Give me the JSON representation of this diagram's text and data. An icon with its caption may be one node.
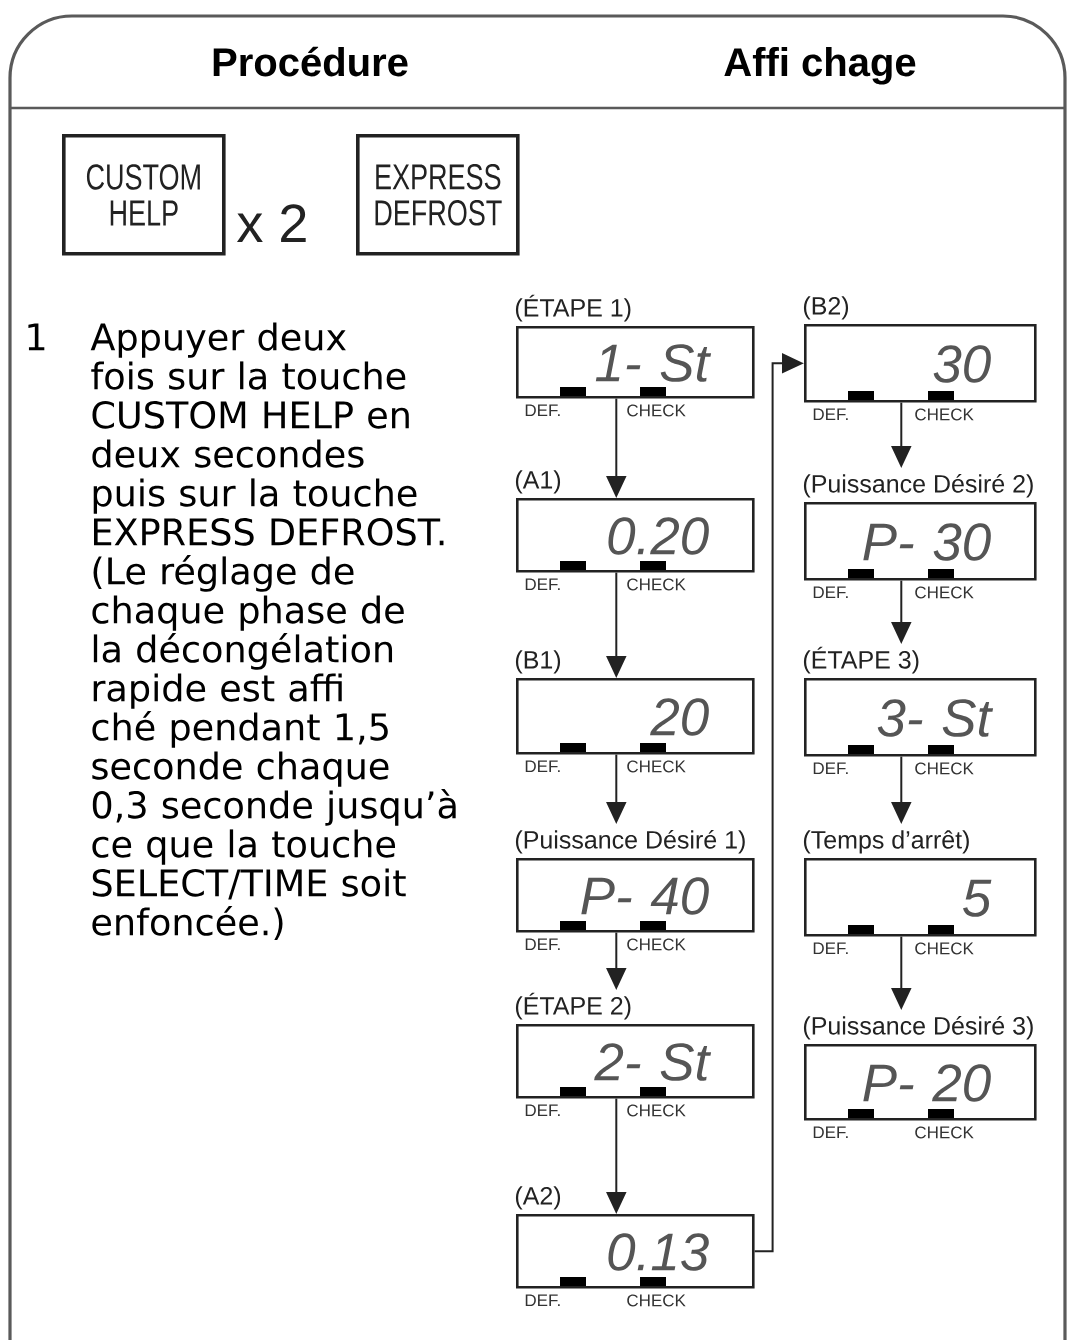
{
  "diagram": {
    "nodes": [
      {
        "text": [
          "CUSTOM HELP"
        ],
        "beside": [
          "x 2"
        ]
      },
      {
        "text": [
          "EXPRESS DEFROST"
        ]
      },
      {
        "text": [
          "(ÉTAPE 1)",
          "1- St"
        ],
        "beside": [
          "DEF.",
          "CHECK"
        ]
      },
      {
        "text": [
          "(A1)",
          "0.20"
        ],
        "beside": [
          "DEF.",
          "CHECK"
        ]
      },
      {
        "text": [
          "(B1)",
          "20"
        ],
        "beside": [
          "DEF.",
          "CHECK"
        ]
      },
      {
        "text": [
          "(Puissance Désiré 1)",
          "P- 40"
        ],
        "beside": [
          "DEF.",
          "CHECK"
        ]
      },
      {
        "text": [
          "(ÉTAPE 2)",
          "2- St"
        ],
        "beside": [
          "DEF.",
          "CHECK"
        ]
      },
      {
        "text": [
          "(A2)",
          "0.13"
        ],
        "beside": [
          "DEF.",
          "CHECK"
        ]
      },
      {
        "text": [
          "(B2)",
          "30"
        ],
        "beside": [
          "DEF.",
          "CHECK"
        ]
      },
      {
        "text": [
          "(Puissance Désiré 2)",
          "P- 30"
        ],
        "beside": [
          "DEF.",
          "CHECK"
        ]
      },
      {
        "text": [
          "(ÉTAPE 3)",
          "3- St"
        ],
        "beside": [
          "DEF.",
          "CHECK"
        ]
      },
      {
        "text": [
          "(Temps d’arrêt)",
          "5"
        ],
        "beside": [
          "DEF.",
          "CHECK"
        ]
      },
      {
        "text": [
          "(Puissance Désiré 3)",
          "P- 20"
        ],
        "beside": [
          "DEF.",
          "CHECK"
        ]
      }
    ],
    "edges": [
      {
        "from": 2,
        "to": 3,
        "arrow": "to"
      },
      {
        "from": 3,
        "to": 4,
        "arrow": "to"
      },
      {
        "from": 4,
        "to": 5,
        "arrow": "to"
      },
      {
        "from": 5,
        "to": 6,
        "arrow": "to"
      },
      {
        "from": 6,
        "to": 7,
        "arrow": "to"
      },
      {
        "from": 7,
        "to": 8,
        "arrow": "to"
      },
      {
        "from": 8,
        "to": 9,
        "arrow": "to"
      },
      {
        "from": 9,
        "to": 10,
        "arrow": "to"
      },
      {
        "from": 10,
        "to": 11,
        "arrow": "to"
      },
      {
        "from": 11,
        "to": 12,
        "arrow": "to"
      }
    ],
    "labels": [
      "Procédure",
      "Affi chage",
      "1",
      "Appuyer deux fois sur la touche CUSTOM HELP en deux secondes puis sur la touche EXPRESS DEFROST. (Le réglage de chaque phase de la décongélation rapide est affi ché pendant 1,5 seconde chaque 0,3 seconde jusqu’à ce que la touche SELECT/TIME soit enfoncée.)"
    ]
  }
}
